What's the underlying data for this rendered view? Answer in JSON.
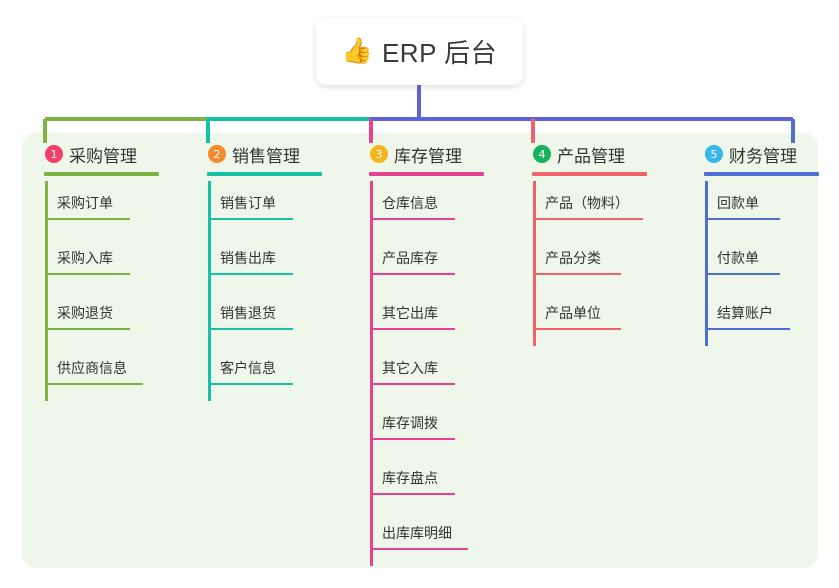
{
  "root": {
    "emoji": "👍",
    "emoji_name": "thumbs-up-icon",
    "title": "ERP 后台"
  },
  "panel": {
    "background_color": "#eef7e9"
  },
  "connector_colors": {
    "segment_green": "#7cb342",
    "segment_teal": "#16c2a3",
    "segment_purple": "#5c63d8",
    "drop_green": "#7cb342",
    "drop_teal": "#16c2a3",
    "drop_pink": "#e8418f",
    "drop_red": "#f0636b",
    "drop_blue": "#4f6ed4",
    "stem_blue": "#5c63d8"
  },
  "columns": [
    {
      "number": "1",
      "label": "采购管理",
      "badge_color": "#f2406a",
      "line_color": "#7cb342",
      "rule_width": 115,
      "items": [
        {
          "label": "采购订单",
          "rule_width": 85
        },
        {
          "label": "采购入库",
          "rule_width": 85
        },
        {
          "label": "采购退货",
          "rule_width": 85
        },
        {
          "label": "供应商信息",
          "rule_width": 98
        }
      ]
    },
    {
      "number": "2",
      "label": "销售管理",
      "badge_color": "#f58a2e",
      "line_color": "#16c2a3",
      "rule_width": 115,
      "items": [
        {
          "label": "销售订单",
          "rule_width": 85
        },
        {
          "label": "销售出库",
          "rule_width": 85
        },
        {
          "label": "销售退货",
          "rule_width": 85
        },
        {
          "label": "客户信息",
          "rule_width": 85
        }
      ]
    },
    {
      "number": "3",
      "label": "库存管理",
      "badge_color": "#f5b51f",
      "line_color": "#e8418f",
      "rule_width": 115,
      "items": [
        {
          "label": "仓库信息",
          "rule_width": 85
        },
        {
          "label": "产品库存",
          "rule_width": 85
        },
        {
          "label": "其它出库",
          "rule_width": 85
        },
        {
          "label": "其它入库",
          "rule_width": 85
        },
        {
          "label": "库存调拨",
          "rule_width": 85
        },
        {
          "label": "库存盘点",
          "rule_width": 85
        },
        {
          "label": "出库库明细",
          "rule_width": 98
        }
      ]
    },
    {
      "number": "4",
      "label": "产品管理",
      "badge_color": "#18b25c",
      "line_color": "#f0636b",
      "rule_width": 115,
      "items": [
        {
          "label": "产品（物料）",
          "rule_width": 110
        },
        {
          "label": "产品分类",
          "rule_width": 88
        },
        {
          "label": "产品单位",
          "rule_width": 88
        }
      ]
    },
    {
      "number": "5",
      "label": "财务管理",
      "badge_color": "#35b7e8",
      "line_color": "#4f6ed4",
      "rule_width": 115,
      "items": [
        {
          "label": "回款单",
          "rule_width": 75
        },
        {
          "label": "付款单",
          "rule_width": 75
        },
        {
          "label": "结算账户",
          "rule_width": 85
        }
      ]
    }
  ],
  "column_x": [
    30,
    193,
    355,
    518,
    690
  ]
}
